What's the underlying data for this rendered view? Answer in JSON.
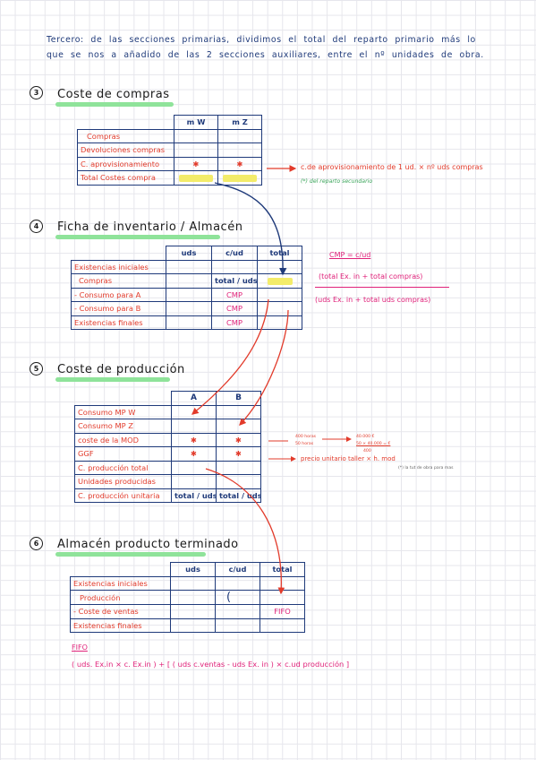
{
  "intro": {
    "line1": "Tercero: de las secciones primarias, dividimos el total del reparto primario más lo",
    "line2": "que se nos a añadido de las 2 secciones auxiliares, entre el nº unidades de obra."
  },
  "section3": {
    "num": "3",
    "title": "Coste de compras",
    "headers": [
      "",
      "m W",
      "m Z"
    ],
    "rows": [
      "Compras",
      "Devoluciones compras",
      "C. aprovisionamiento",
      "Total Costes compra"
    ],
    "star": "✱",
    "note": "c.de aprovisionamiento de 1 ud. × nº uds compras",
    "note_small": "(*) del reparto secundario"
  },
  "section4": {
    "num": "4",
    "title": "Ficha de inventario / Almacén",
    "headers": [
      "",
      "uds",
      "c/ud",
      "total"
    ],
    "rows": [
      "Existencias iniciales",
      "Compras",
      "- Consumo para A",
      "- Consumo para B",
      "Existencias finales"
    ],
    "compras_cud": "total / uds",
    "cmp": "CMP",
    "formula_top": "CMP = c/ud",
    "formula_num": "(total Ex. in + total compras)",
    "formula_den": "(uds Ex. in + total uds compras)"
  },
  "section5": {
    "num": "5",
    "title": "Coste de producción",
    "headers": [
      "",
      "A",
      "B"
    ],
    "rows": [
      "Consumo MP W",
      "Consumo MP Z",
      "coste de la MOD",
      "GGF",
      "C. producción total",
      "Unidades producidas",
      "C. producción unitaria"
    ],
    "star": "✱",
    "unit_cell": "total / uds",
    "mod_note1": "400 horas",
    "mod_note2": "50 horas",
    "mod_note3": "40.000 €",
    "mod_note4": "50 × 40.000 = €",
    "mod_note5": "400",
    "ggf_note": "precio unitario taller × h. mod",
    "ggf_small": "(*) la tut de obra para mas"
  },
  "section6": {
    "num": "6",
    "title": "Almacén producto terminado",
    "headers": [
      "",
      "uds",
      "c/ud",
      "total"
    ],
    "rows": [
      "Existencias iniciales",
      "Producción",
      "- Coste de ventas",
      "Existencias finales"
    ],
    "fifo_cell": "FIFO",
    "paren": "(",
    "fifo_title": "FIFO",
    "fifo_formula": "( uds. Ex.in × c. Ex.in ) + [ ( uds c.ventas - uds Ex. in ) × c.ud producción ]"
  }
}
